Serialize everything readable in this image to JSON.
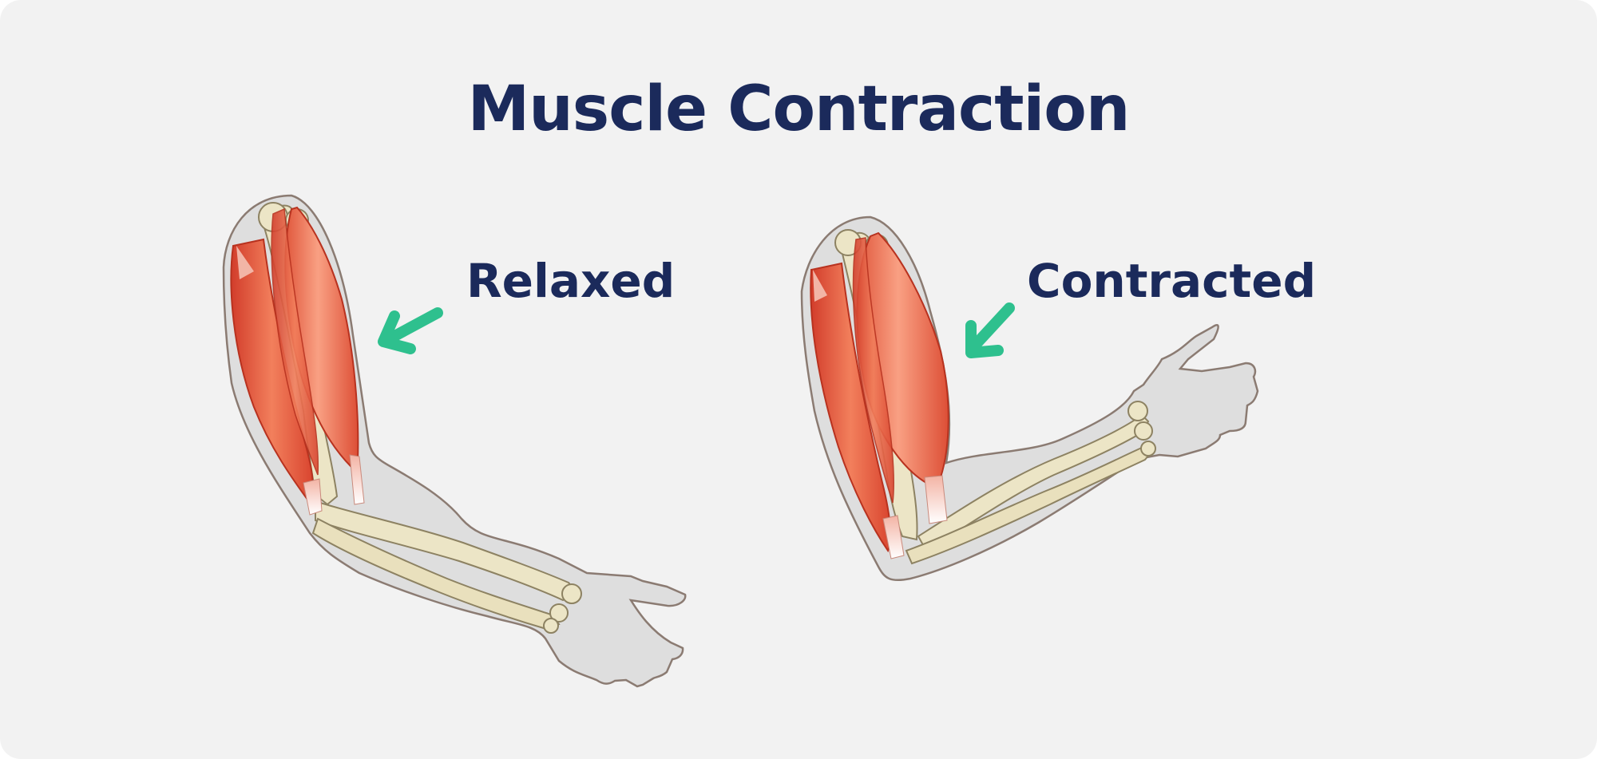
{
  "title": "Muscle Contraction",
  "labels": {
    "relaxed": "Relaxed",
    "contracted": "Contracted"
  },
  "colors": {
    "background": "#f2f2f2",
    "title_text": "#1b2a5b",
    "arrow": "#2ec08e",
    "skin": "#dedede",
    "skin_outline": "#8b7b72",
    "bone": "#ece5c6",
    "muscle": "#e8613f",
    "tendon": "#f6e1dc"
  },
  "icons": {
    "relaxed_arrow": "arrow-pointing-down-left-icon",
    "contracted_arrow": "arrow-pointing-down-left-icon"
  }
}
